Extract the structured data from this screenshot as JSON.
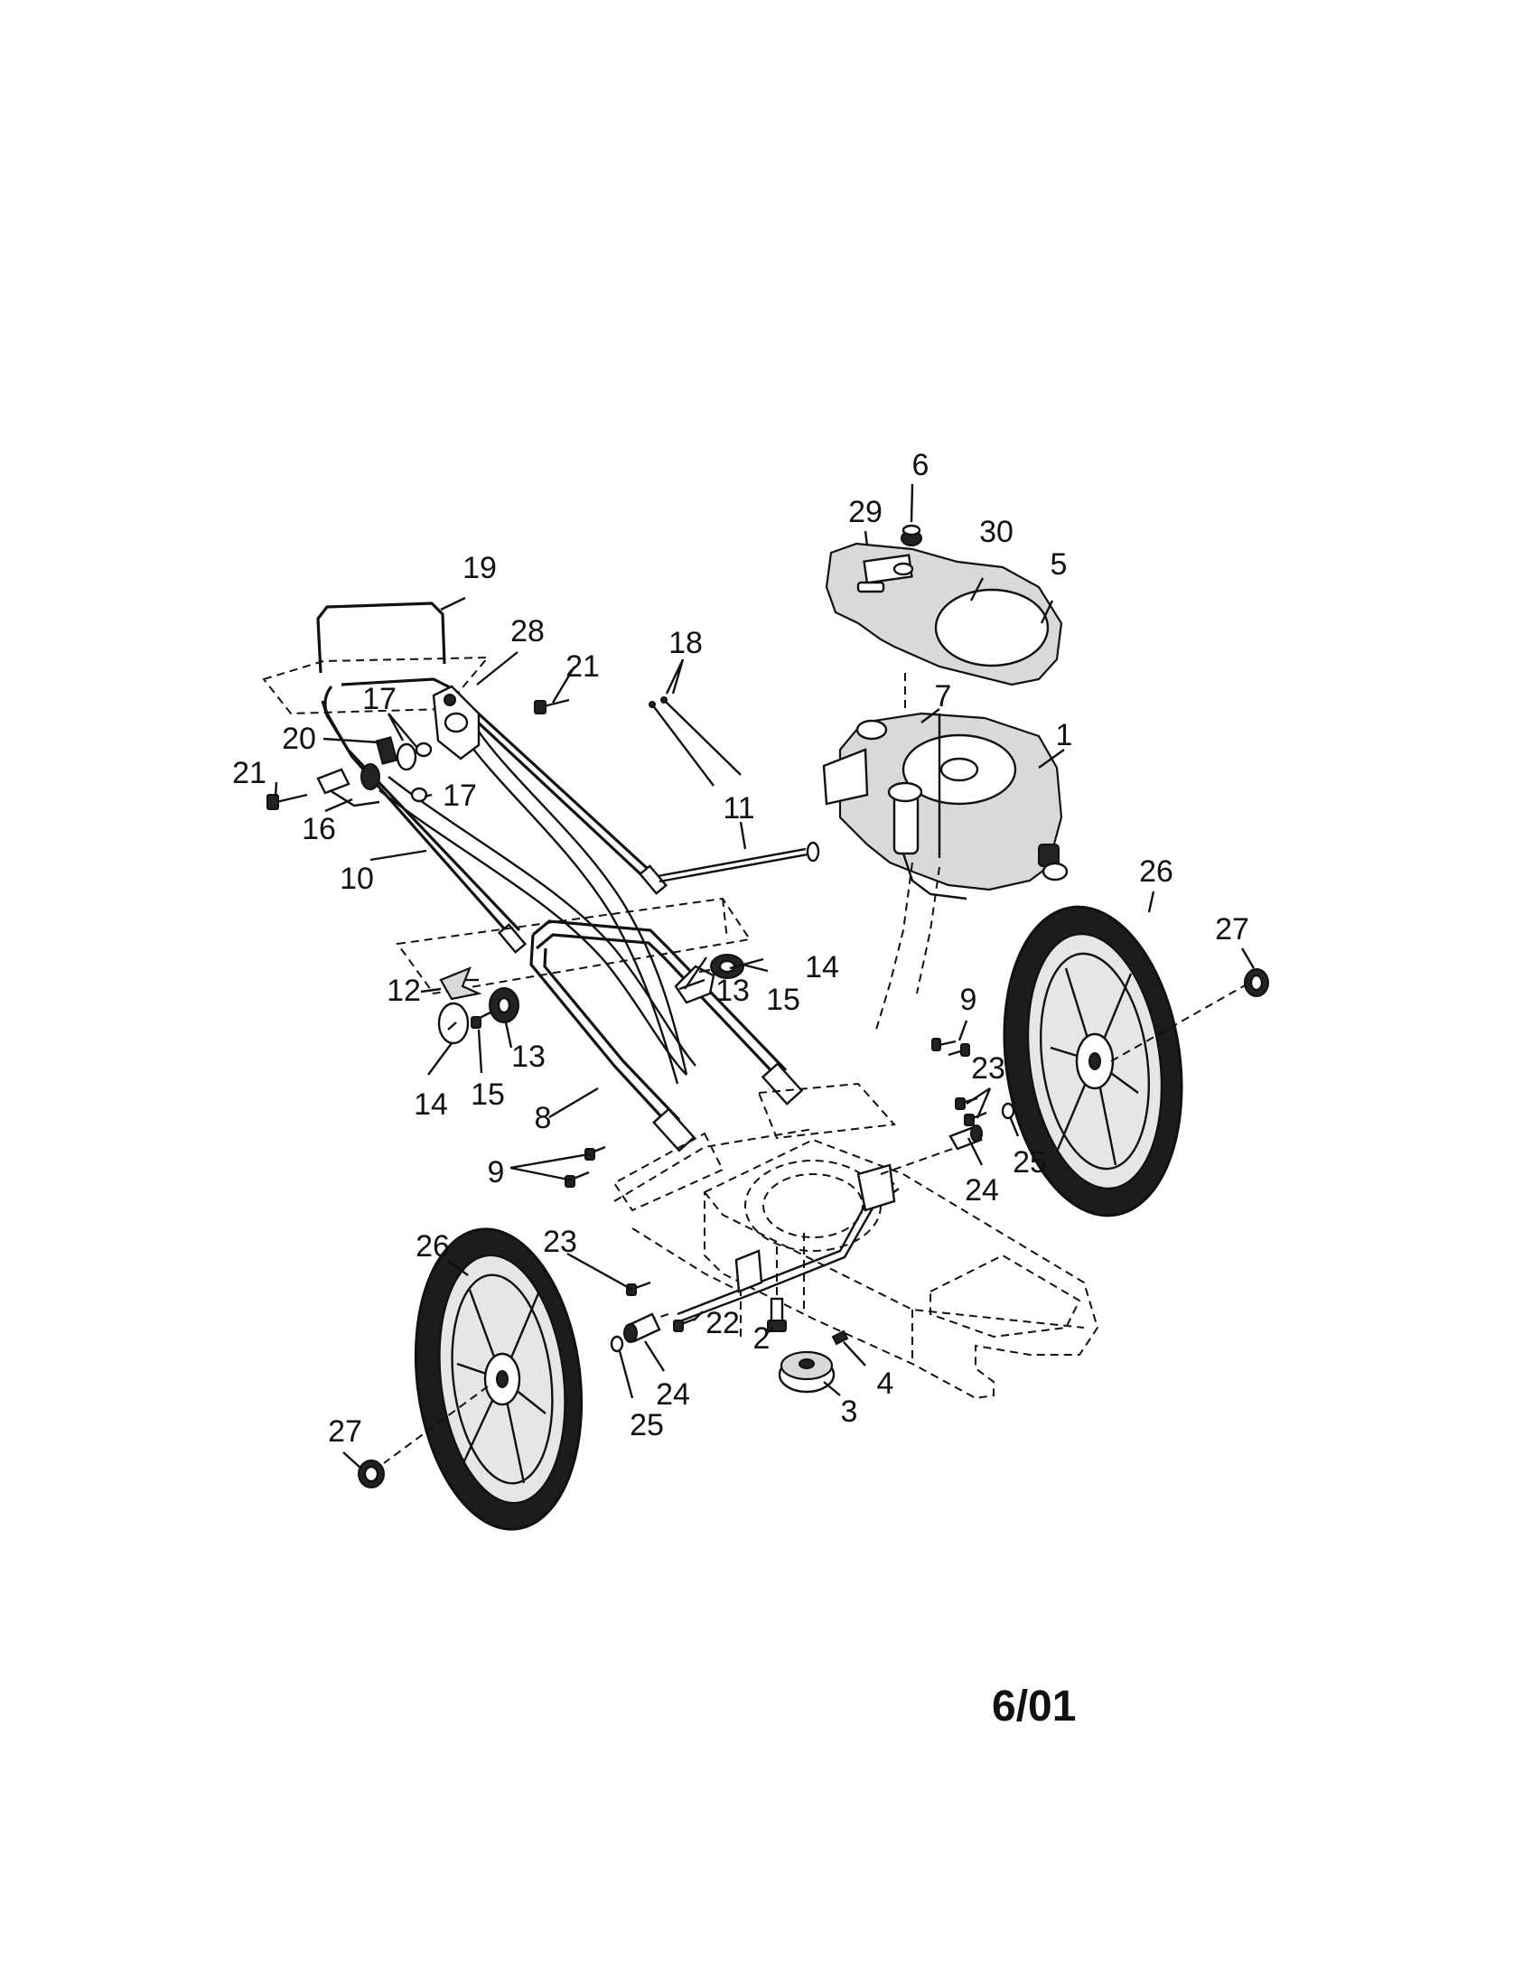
{
  "date_code": "6/01",
  "callouts": [
    {
      "id": "1",
      "label": "1"
    },
    {
      "id": "2",
      "label": "2"
    },
    {
      "id": "3",
      "label": "3"
    },
    {
      "id": "4",
      "label": "4"
    },
    {
      "id": "5",
      "label": "5"
    },
    {
      "id": "6",
      "label": "6"
    },
    {
      "id": "7",
      "label": "7"
    },
    {
      "id": "8",
      "label": "8"
    },
    {
      "id": "9a",
      "label": "9"
    },
    {
      "id": "9b",
      "label": "9"
    },
    {
      "id": "10",
      "label": "10"
    },
    {
      "id": "11",
      "label": "11"
    },
    {
      "id": "12",
      "label": "12"
    },
    {
      "id": "13a",
      "label": "13"
    },
    {
      "id": "13b",
      "label": "13"
    },
    {
      "id": "14a",
      "label": "14"
    },
    {
      "id": "14b",
      "label": "14"
    },
    {
      "id": "15a",
      "label": "15"
    },
    {
      "id": "15b",
      "label": "15"
    },
    {
      "id": "16",
      "label": "16"
    },
    {
      "id": "17a",
      "label": "17"
    },
    {
      "id": "17b",
      "label": "17"
    },
    {
      "id": "18",
      "label": "18"
    },
    {
      "id": "19",
      "label": "19"
    },
    {
      "id": "20",
      "label": "20"
    },
    {
      "id": "21a",
      "label": "21"
    },
    {
      "id": "21b",
      "label": "21"
    },
    {
      "id": "22",
      "label": "22"
    },
    {
      "id": "23a",
      "label": "23"
    },
    {
      "id": "23b",
      "label": "23"
    },
    {
      "id": "24a",
      "label": "24"
    },
    {
      "id": "24b",
      "label": "24"
    },
    {
      "id": "25a",
      "label": "25"
    },
    {
      "id": "25b",
      "label": "25"
    },
    {
      "id": "26a",
      "label": "26"
    },
    {
      "id": "26b",
      "label": "26"
    },
    {
      "id": "27a",
      "label": "27"
    },
    {
      "id": "27b",
      "label": "27"
    },
    {
      "id": "28",
      "label": "28"
    },
    {
      "id": "29",
      "label": "29"
    },
    {
      "id": "30",
      "label": "30"
    }
  ]
}
